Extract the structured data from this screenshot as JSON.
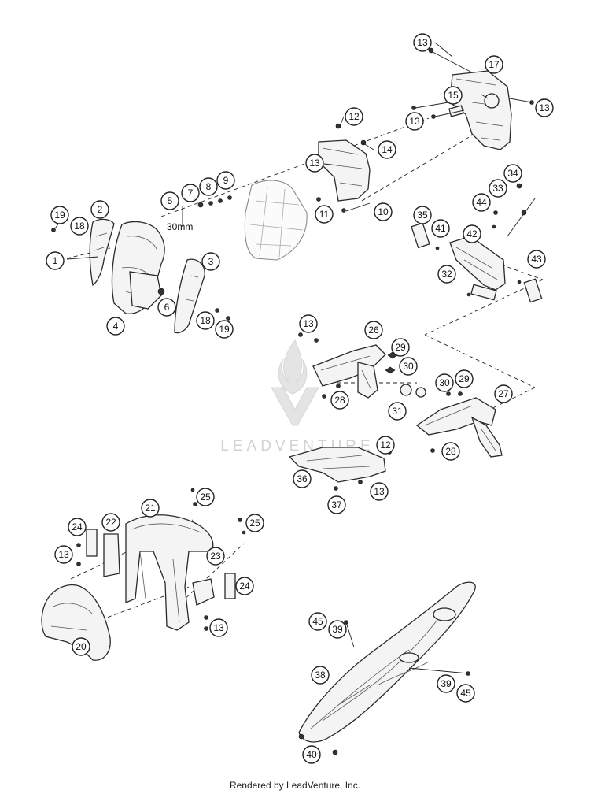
{
  "diagram": {
    "dimension_label": "30mm",
    "watermark": "LEADVENTURE",
    "callouts": [
      "1",
      "2",
      "3",
      "4",
      "5",
      "6",
      "7",
      "8",
      "9",
      "10",
      "11",
      "12",
      "13",
      "14",
      "15",
      "17",
      "18",
      "19",
      "20",
      "21",
      "22",
      "23",
      "24",
      "25",
      "26",
      "27",
      "28",
      "29",
      "30",
      "31",
      "32",
      "33",
      "34",
      "35",
      "36",
      "37",
      "38",
      "39",
      "40",
      "41",
      "42",
      "43",
      "44",
      "45"
    ]
  },
  "footer": {
    "text": "Rendered by LeadVenture, Inc."
  }
}
